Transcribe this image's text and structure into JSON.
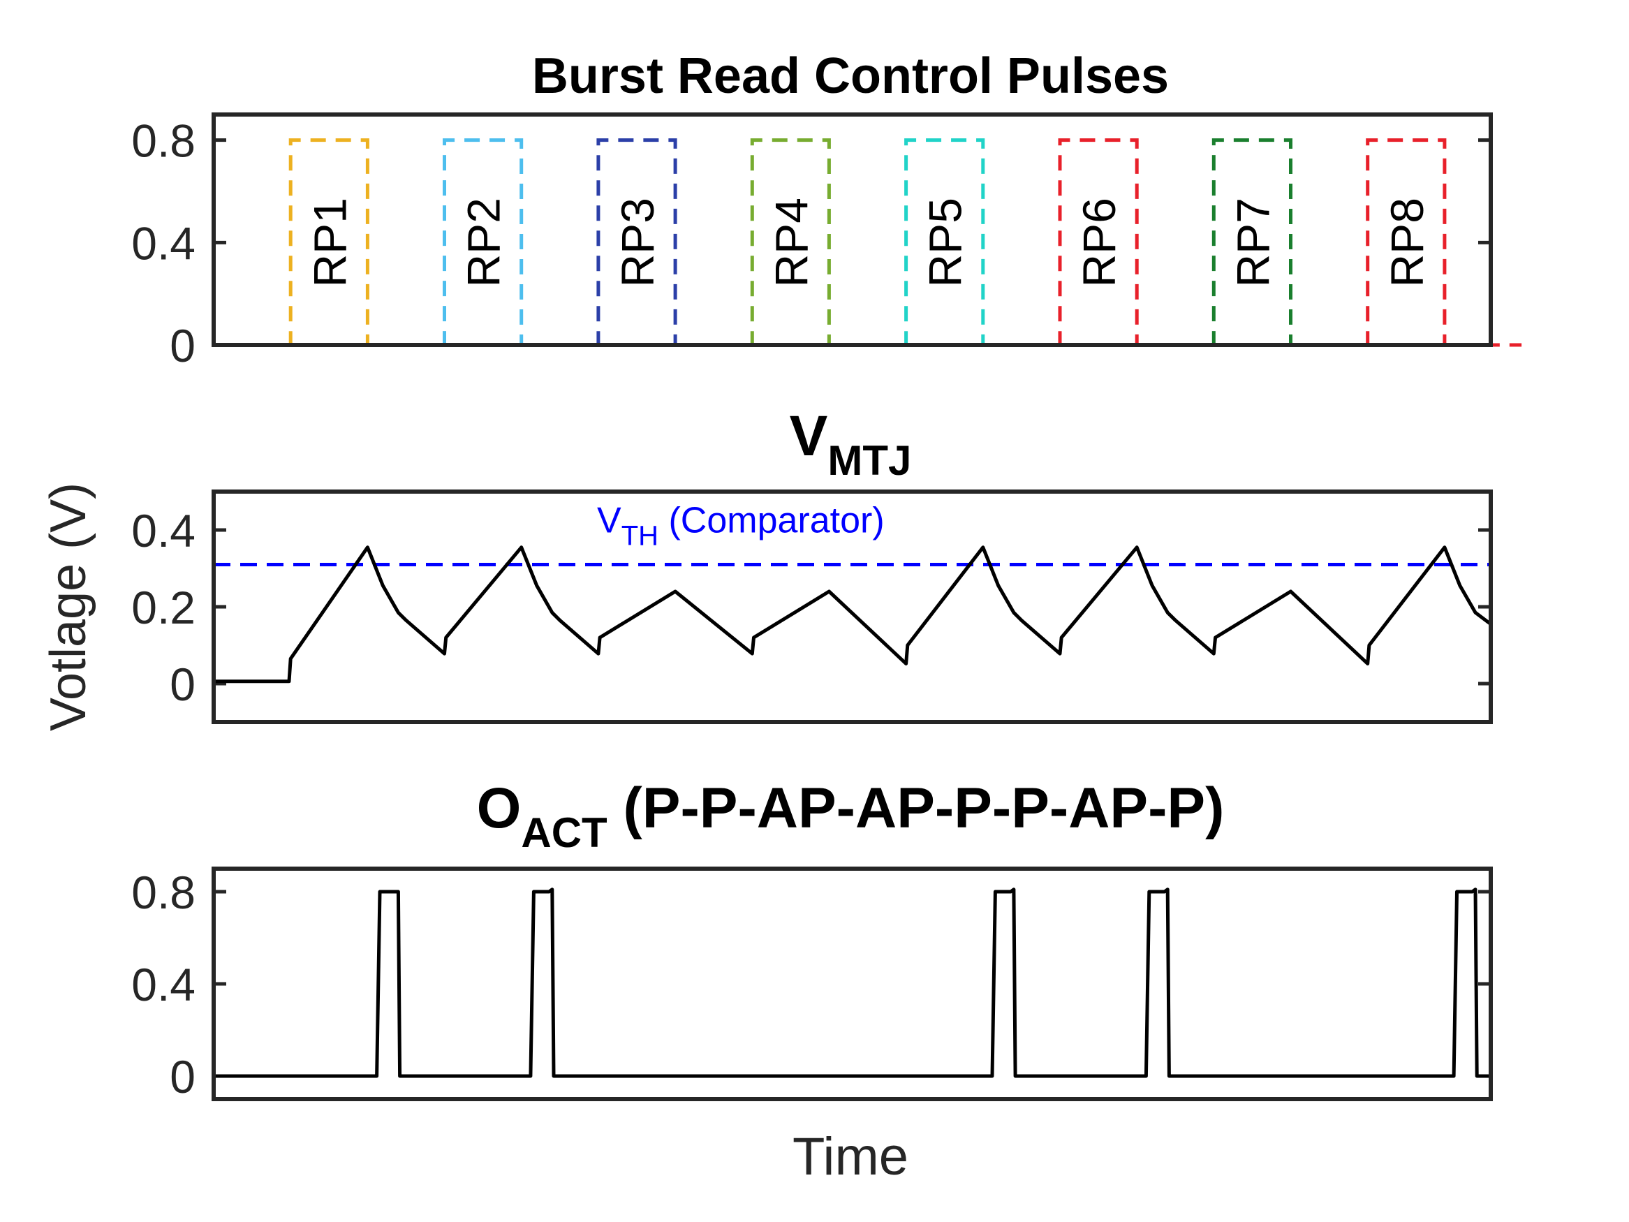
{
  "chart_data": [
    {
      "type": "line",
      "title": "Burst Read Control Pulses",
      "xlabel": "",
      "ylabel": "",
      "ylim": [
        0,
        0.9
      ],
      "yticks": [
        "0",
        "0.4",
        "0.8"
      ],
      "grid": false,
      "pulse_height": 0.8,
      "pulses": [
        {
          "label": "RP1",
          "color": "#EDB120",
          "start": 0.5,
          "end": 1.0
        },
        {
          "label": "RP2",
          "color": "#4DBEEE",
          "start": 1.5,
          "end": 2.0
        },
        {
          "label": "RP3",
          "color": "#2B3FA8",
          "start": 2.5,
          "end": 3.0
        },
        {
          "label": "RP4",
          "color": "#77AC30",
          "start": 3.5,
          "end": 4.0
        },
        {
          "label": "RP5",
          "color": "#20D3C8",
          "start": 4.5,
          "end": 5.0
        },
        {
          "label": "RP6",
          "color": "#E8202A",
          "start": 5.5,
          "end": 6.0
        },
        {
          "label": "RP7",
          "color": "#1A7F2E",
          "start": 6.5,
          "end": 7.0
        },
        {
          "label": "RP8",
          "color": "#E8202A",
          "start": 7.5,
          "end": 8.0
        }
      ]
    },
    {
      "type": "line",
      "title_main": "V",
      "title_sub": "MTJ",
      "xlabel": "",
      "ylabel": "Votlage (V)",
      "ylim": [
        -0.1,
        0.5
      ],
      "yticks": [
        "0",
        "0.2",
        "0.4"
      ],
      "grid": false,
      "threshold": {
        "value": 0.31,
        "label_main": "V",
        "label_sub": "TH",
        "label_rest": " (Comparator)",
        "color": "#0000FF"
      },
      "series": [
        {
          "color": "#000000",
          "points": [
            [
              0,
              0.006
            ],
            [
              0.49,
              0.006
            ],
            [
              0.5,
              0.065
            ],
            [
              1.0,
              0.355
            ],
            [
              1.1,
              0.255
            ],
            [
              1.2,
              0.185
            ],
            [
              1.25,
              0.165
            ],
            [
              1.5,
              0.078
            ],
            [
              1.51,
              0.12
            ],
            [
              2.0,
              0.355
            ],
            [
              2.1,
              0.255
            ],
            [
              2.2,
              0.185
            ],
            [
              2.25,
              0.165
            ],
            [
              2.5,
              0.078
            ],
            [
              2.51,
              0.12
            ],
            [
              3.0,
              0.24
            ],
            [
              3.5,
              0.078
            ],
            [
              3.51,
              0.12
            ],
            [
              4.0,
              0.24
            ],
            [
              4.5,
              0.052
            ],
            [
              4.51,
              0.1
            ],
            [
              5.0,
              0.355
            ],
            [
              5.1,
              0.255
            ],
            [
              5.2,
              0.185
            ],
            [
              5.25,
              0.165
            ],
            [
              5.5,
              0.078
            ],
            [
              5.51,
              0.12
            ],
            [
              6.0,
              0.355
            ],
            [
              6.1,
              0.255
            ],
            [
              6.2,
              0.185
            ],
            [
              6.25,
              0.165
            ],
            [
              6.5,
              0.078
            ],
            [
              6.51,
              0.12
            ],
            [
              7.0,
              0.24
            ],
            [
              7.5,
              0.052
            ],
            [
              7.51,
              0.1
            ],
            [
              8.0,
              0.355
            ],
            [
              8.1,
              0.255
            ],
            [
              8.2,
              0.185
            ],
            [
              8.3,
              0.155
            ]
          ]
        }
      ]
    },
    {
      "type": "line",
      "title_main": "O",
      "title_sub": "ACT",
      "title_rest": " (P-P-AP-AP-P-P-AP-P)",
      "xlabel": "Time",
      "ylabel": "",
      "ylim": [
        -0.1,
        0.9
      ],
      "yticks": [
        "0",
        "0.4",
        "0.8"
      ],
      "grid": false,
      "series": [
        {
          "color": "#000000",
          "points": [
            [
              0,
              0
            ],
            [
              1.06,
              0
            ],
            [
              1.08,
              0.8
            ],
            [
              1.18,
              0.8
            ],
            [
              1.2,
              0.8
            ],
            [
              1.21,
              0
            ],
            [
              2.06,
              0
            ],
            [
              2.08,
              0.8
            ],
            [
              2.18,
              0.8
            ],
            [
              2.2,
              0.81
            ],
            [
              2.21,
              0
            ],
            [
              5.06,
              0
            ],
            [
              5.08,
              0.8
            ],
            [
              5.18,
              0.8
            ],
            [
              5.2,
              0.81
            ],
            [
              5.21,
              0
            ],
            [
              6.06,
              0
            ],
            [
              6.08,
              0.8
            ],
            [
              6.18,
              0.8
            ],
            [
              6.2,
              0.81
            ],
            [
              6.21,
              0
            ],
            [
              8.06,
              0
            ],
            [
              8.08,
              0.8
            ],
            [
              8.18,
              0.8
            ],
            [
              8.2,
              0.81
            ],
            [
              8.21,
              0
            ],
            [
              8.3,
              0
            ]
          ]
        }
      ]
    }
  ]
}
